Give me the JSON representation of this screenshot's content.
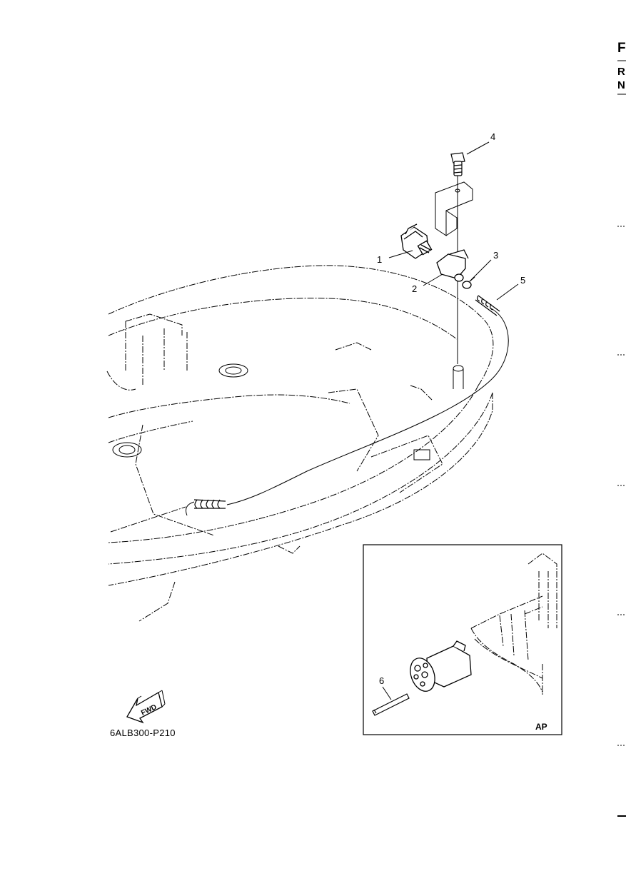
{
  "diagram": {
    "part_labels": [
      "1",
      "2",
      "3",
      "4",
      "5",
      "6"
    ],
    "inset_label": "AP",
    "fwd_arrow_text": "FWD",
    "figure_code": "6ALB300-P210"
  },
  "edge": {
    "letters": [
      "F",
      "R",
      "N"
    ]
  }
}
